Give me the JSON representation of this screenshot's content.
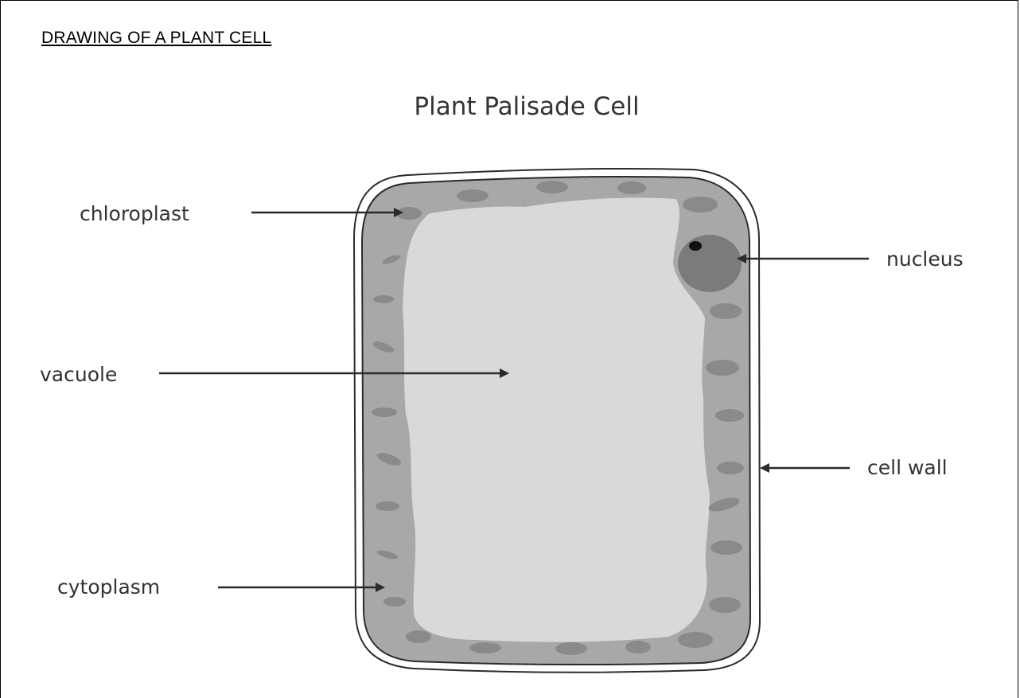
{
  "page": {
    "heading": "DRAWING OF A PLANT CELL"
  },
  "diagram": {
    "title": "Plant Palisade Cell",
    "labels": {
      "chloroplast": "chloroplast",
      "nucleus": "nucleus",
      "vacuole": "vacuole",
      "cell_wall": "cell wall",
      "cytoplasm": "cytoplasm"
    },
    "colors": {
      "cell_wall": "#ffffff",
      "outline": "#2b2b2b",
      "cytoplasm": "#a8a8a8",
      "vacuole": "#d9d9d9",
      "chloroplast": "#8a8a8a",
      "nucleus": "#7b7b7b",
      "nucleolus": "#111111",
      "arrow": "#2b2b2b"
    }
  }
}
